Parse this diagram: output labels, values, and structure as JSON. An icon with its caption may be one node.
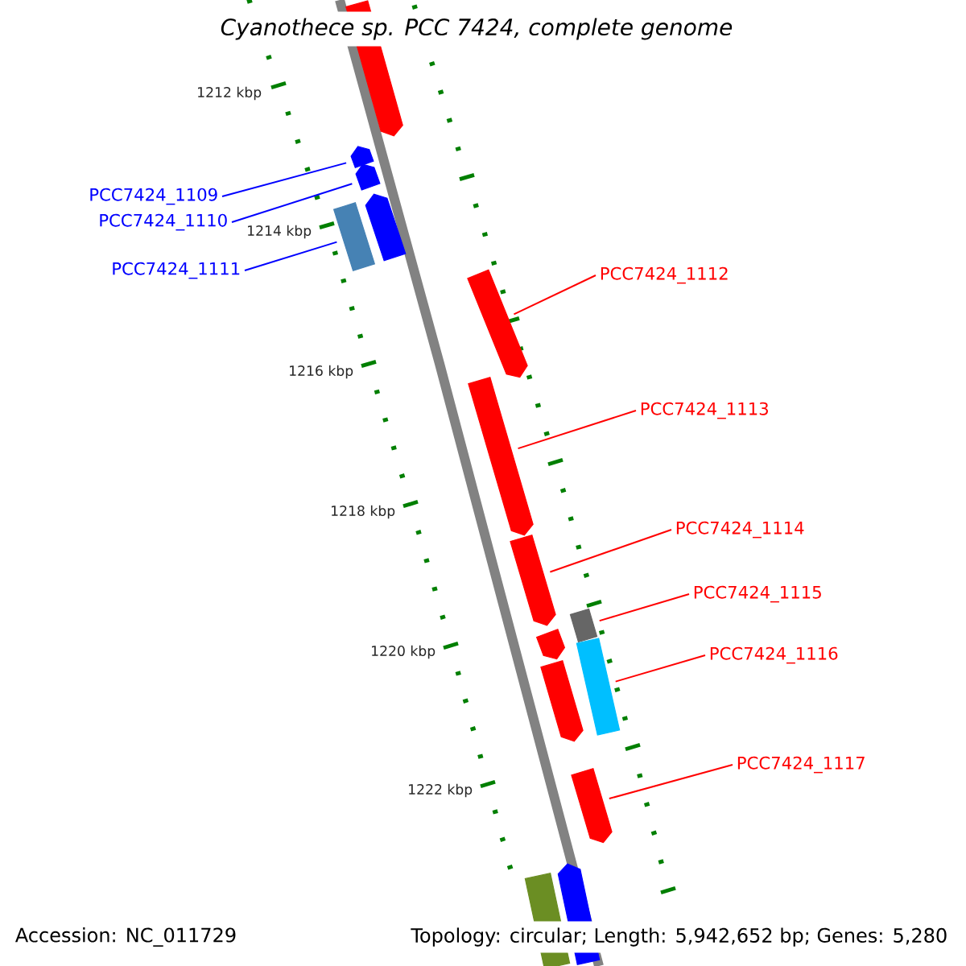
{
  "diagram": {
    "title": "Cyanothece sp. PCC 7424, complete genome",
    "nodes": [
      {
        "text": [
          "PCC7424_1109"
        ]
      },
      {
        "text": [
          "PCC7424_1110"
        ]
      },
      {
        "text": [
          "PCC7424_1111"
        ]
      },
      {
        "text": [
          "PCC7424_1112"
        ]
      },
      {
        "text": [
          "PCC7424_1113"
        ]
      },
      {
        "text": [
          "PCC7424_1114"
        ]
      },
      {
        "text": [
          "PCC7424_1115"
        ]
      },
      {
        "text": [
          "PCC7424_1116"
        ]
      },
      {
        "text": [
          "PCC7424_1117"
        ]
      },
      {
        "text": [],
        "shape": "arrow"
      },
      {
        "text": [],
        "shape": "arrow"
      },
      {
        "text": [],
        "shape": "bar"
      },
      {
        "text": [],
        "shape": "arrow"
      },
      {
        "text": [],
        "shape": "arrow"
      },
      {
        "text": [],
        "shape": "arrow"
      },
      {
        "text": [],
        "shape": "bar"
      },
      {
        "text": [],
        "shape": "bar"
      },
      {
        "text": [],
        "shape": "arrow"
      },
      {
        "text": [],
        "shape": "arrow"
      },
      {
        "text": [],
        "shape": "arrow"
      },
      {
        "text": [],
        "shape": "arrow"
      },
      {
        "text": [],
        "shape": "arrow"
      },
      {
        "text": [],
        "shape": "bar"
      },
      {
        "text": [],
        "shape": "arrow"
      }
    ],
    "edges": [
      {
        "from": 0,
        "to": 9,
        "arrow": "none",
        "color": "#0000ff"
      },
      {
        "from": 1,
        "to": 10,
        "arrow": "none",
        "color": "#0000ff"
      },
      {
        "from": 2,
        "to": 11,
        "arrow": "none",
        "color": "#0000ff"
      },
      {
        "from": 3,
        "to": 12,
        "arrow": "none"
      },
      {
        "from": 4,
        "to": 13,
        "arrow": "none"
      },
      {
        "from": 5,
        "to": 14,
        "arrow": "none"
      },
      {
        "from": 6,
        "to": 15,
        "arrow": "none"
      },
      {
        "from": 7,
        "to": 16,
        "arrow": "none"
      },
      {
        "from": 8,
        "to": 17,
        "arrow": "none"
      }
    ],
    "labels": [
      "1212 kbp",
      "1214 kbp",
      "1216 kbp",
      "1218 kbp",
      "1220 kbp",
      "1222 kbp",
      "Accession: NC_011729",
      "Topology: circular; Length: 5,942,652 bp; Genes: 5,280"
    ]
  }
}
